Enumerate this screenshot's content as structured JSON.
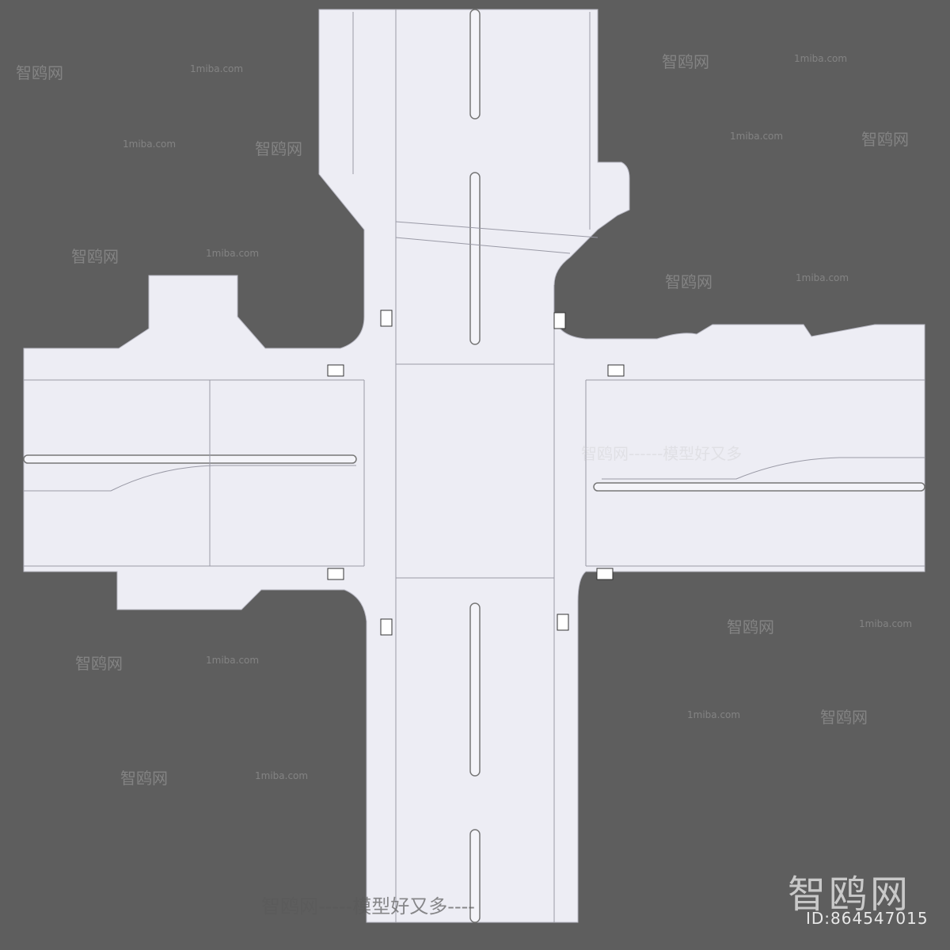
{
  "render": {
    "background_color": "#5e5e5e",
    "road_color": "#ededf4",
    "line_color": "#8a8a95"
  },
  "watermarks": {
    "brand_cn": "智鸥网",
    "site": "1miba.com",
    "slogan": "智鸥网-----模型好又多----",
    "center_slogan": "智鸥网------模型好又多",
    "dashes": "------"
  },
  "logo": {
    "text": "智鸥网",
    "id_label": "ID:864547015"
  }
}
